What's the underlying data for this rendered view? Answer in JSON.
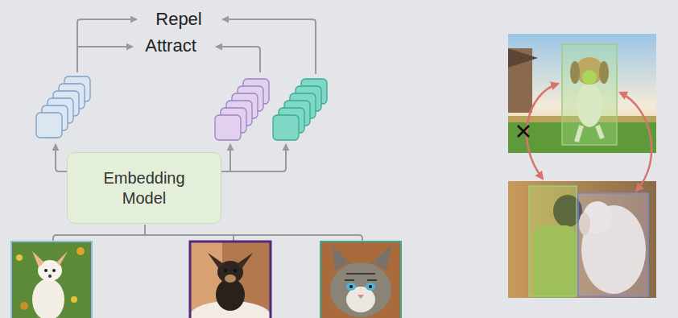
{
  "diagram": {
    "nodes": [
      {
        "text": [
          "Embedding Model"
        ]
      }
    ],
    "labels": [
      "Repel",
      "Attract"
    ]
  }
}
